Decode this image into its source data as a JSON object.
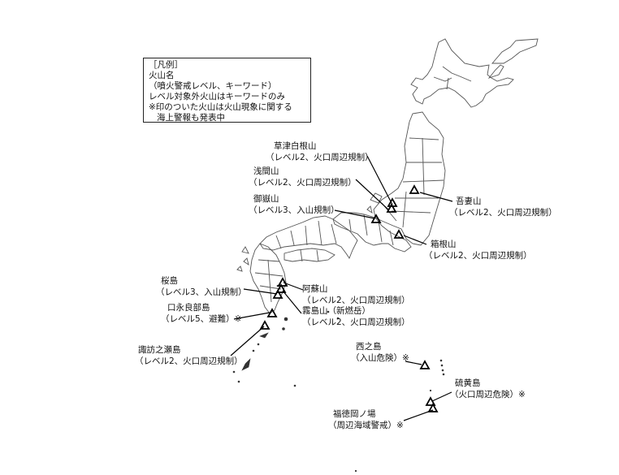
{
  "legend": {
    "heading": "［凡例］",
    "line1": "火山名",
    "line2": "（噴火警戒レベル、キーワード）",
    "line3": "レベル対象外火山はキーワードのみ",
    "line4": "※印のついた火山は火山現象に関する",
    "line5": "海上警報も発表中"
  },
  "volcanoes": [
    {
      "name": "草津白根山",
      "detail": "（レベル2、火口周辺規制）",
      "level": 2
    },
    {
      "name": "浅間山",
      "detail": "（レベル2、火口周辺規制）",
      "level": 2
    },
    {
      "name": "御嶽山",
      "detail": "（レベル3、入山規制）",
      "level": 3
    },
    {
      "name": "吾妻山",
      "detail": "（レベル2、火口周辺規制）",
      "level": 2
    },
    {
      "name": "箱根山",
      "detail": "（レベル2、火口周辺規制）",
      "level": 2
    },
    {
      "name": "桜島",
      "detail": "（レベル3、入山規制）",
      "level": 3
    },
    {
      "name": "阿蘇山",
      "detail": "（レベル2、火口周辺規制）",
      "level": 2
    },
    {
      "name": "口永良部島",
      "detail": "（レベル5、避難）※",
      "level": 5
    },
    {
      "name": "霧島山（新燃岳）",
      "detail": "（レベル2、火口周辺規制）",
      "level": 2
    },
    {
      "name": "諏訪之瀬島",
      "detail": "（レベル2、火口周辺規制）",
      "level": 2
    },
    {
      "name": "西之島",
      "detail": "（入山危険）※"
    },
    {
      "name": "硫黄島",
      "detail": "（火口周辺危険）※"
    },
    {
      "name": "福徳岡ノ場",
      "detail": "（周辺海域警戒）※"
    }
  ],
  "colors": {
    "outline": "#555555",
    "marker": "#000000",
    "background": "#ffffff"
  }
}
